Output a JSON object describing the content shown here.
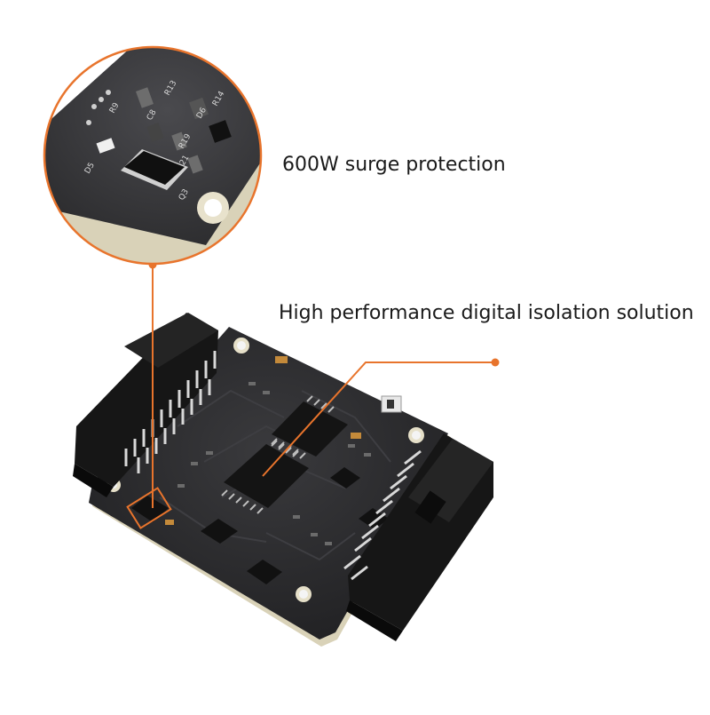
{
  "captions": {
    "surge": "600W surge protection",
    "isolation": "High performance digital isolation solution"
  },
  "colors": {
    "callout": "#e8742c",
    "pcb": "#2b2b2d",
    "header": "#141414",
    "pin": "#d8d8d8",
    "background": "#ffffff"
  },
  "magnifier_silkscreen": [
    "R13",
    "R14",
    "C8",
    "R9",
    "R19",
    "R21",
    "D6",
    "Q3",
    "D5"
  ]
}
